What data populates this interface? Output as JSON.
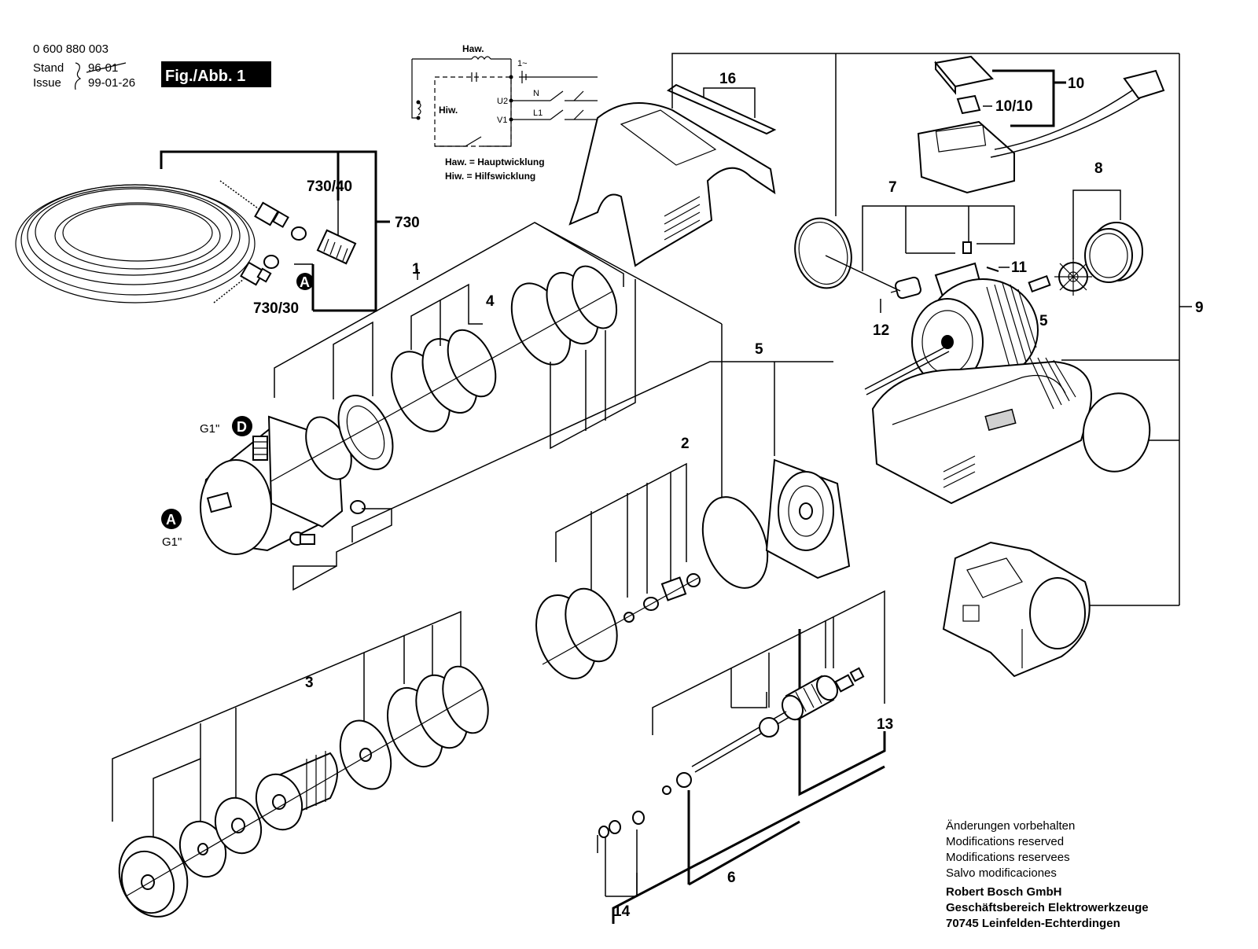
{
  "header": {
    "part_number": "0 600 880 003",
    "stand_label": "Stand",
    "stand_value": "96-01",
    "issue_label": "Issue",
    "issue_value": "99-01-26",
    "figure_label": "Fig./Abb. 1"
  },
  "wiring": {
    "haw": "Haw.",
    "hiw": "Hiw.",
    "supply": "1~",
    "u2": "U2",
    "v1": "V1",
    "n": "N",
    "l1": "L1",
    "legend": [
      "Haw. = Hauptwicklung",
      "Hiw.  = Hilfswicklung"
    ]
  },
  "callouts": {
    "p1": "1",
    "p2": "2",
    "p3": "3",
    "p4": "4",
    "p5a": "5",
    "p5b": "5",
    "p6": "6",
    "p7": "7",
    "p8": "8",
    "p9": "9",
    "p10": "10",
    "p10_10": "10/10",
    "p11": "11",
    "p12": "12",
    "p13": "13",
    "p14": "14",
    "p16": "16",
    "p730": "730",
    "p730_40": "730/40",
    "p730_30": "730/30",
    "badge_a": "A",
    "badge_d": "D",
    "g1_top": "G1\"",
    "g1_bottom": "G1\""
  },
  "footer": {
    "notes": [
      "Änderungen vorbehalten",
      "Modifications reserved",
      "Modifications reservees",
      "Salvo modificaciones"
    ],
    "company": [
      "Robert Bosch GmbH",
      "Geschäftsbereich Elektrowerkzeuge",
      "70745 Leinfelden-Echterdingen"
    ]
  }
}
